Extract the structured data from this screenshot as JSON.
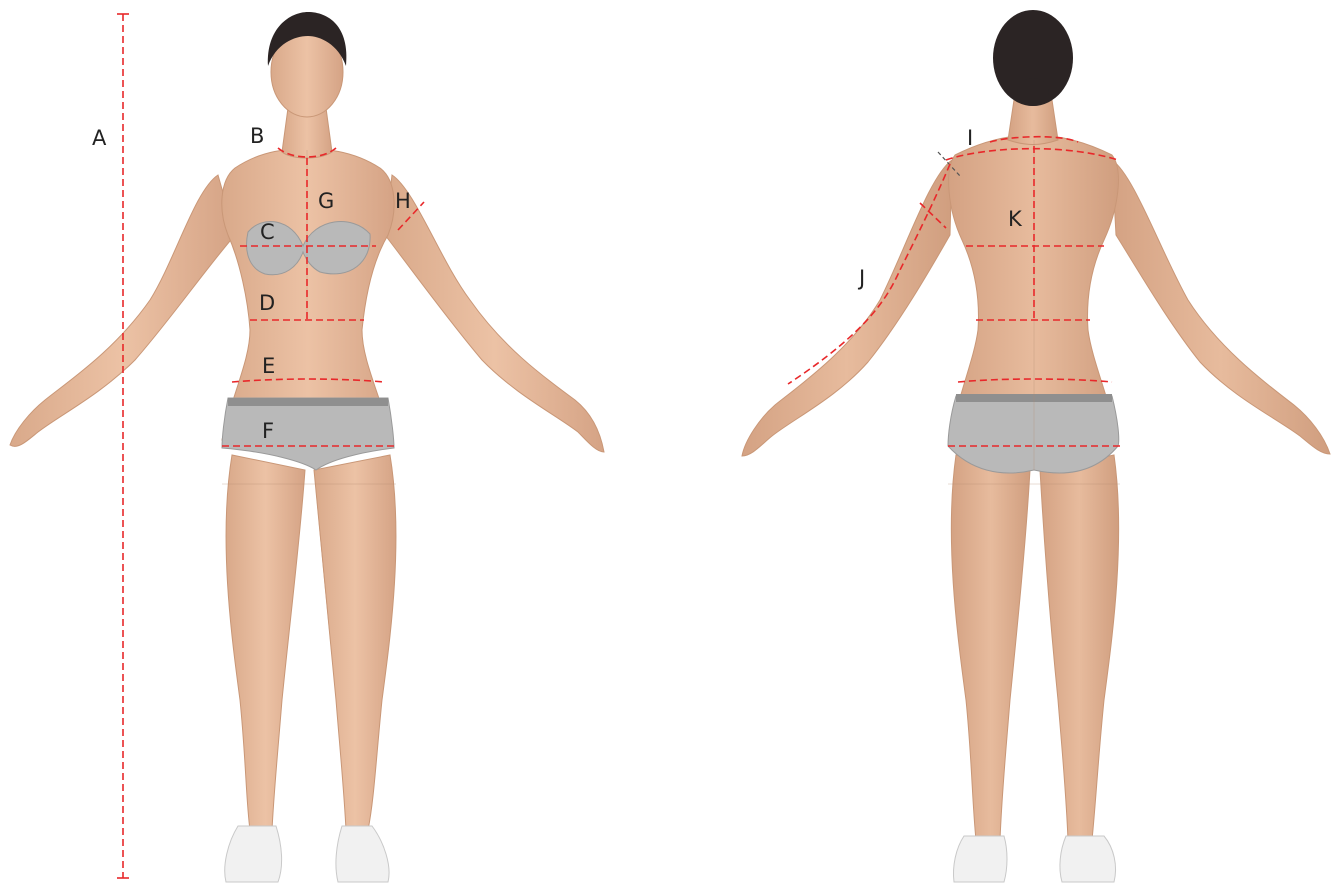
{
  "labels": {
    "A": "A",
    "B": "B",
    "C": "C",
    "D": "D",
    "E": "E",
    "F": "F",
    "G": "G",
    "H": "H",
    "I": "I",
    "J": "J",
    "K": "K"
  },
  "colors": {
    "measurement_line": "#e8282a",
    "skin": "#e2b596",
    "hair": "#2b2424",
    "garment": "#b9b9b9",
    "shoe": "#f1f1f1",
    "background": "#ffffff"
  },
  "views": [
    "front",
    "back"
  ]
}
